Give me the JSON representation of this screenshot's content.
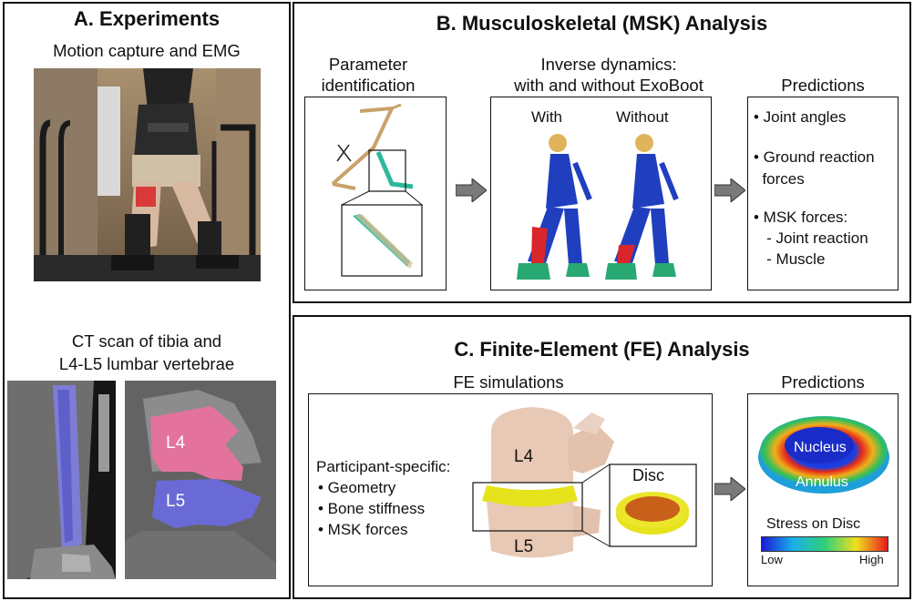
{
  "panel_a": {
    "title": "A. Experiments",
    "subtitle": "Motion capture and EMG",
    "ct_title_line1": "CT scan of tibia and",
    "ct_title_line2": "L4-L5 lumbar vertebrae",
    "vertebra_labels": [
      "L4",
      "L5"
    ]
  },
  "panel_b": {
    "title": "B. Musculoskeletal (MSK) Analysis",
    "param_title_line1": "Parameter",
    "param_title_line2": "identification",
    "inverse_title_line1": "Inverse dynamics:",
    "inverse_title_line2": "with and without ExoBoot",
    "with_label": "With",
    "without_label": "Without",
    "predictions_title": "Predictions",
    "predictions": [
      "• Joint angles",
      "• Ground reaction",
      "  forces",
      "• MSK forces:",
      "   - Joint reaction",
      "   - Muscle"
    ]
  },
  "panel_c": {
    "title": "C. Finite-Element (FE) Analysis",
    "fe_title": "FE simulations",
    "participant_title": "Participant-specific:",
    "participant_items": [
      "• Geometry",
      "• Bone stiffness",
      "• MSK forces"
    ],
    "vertebra_labels": [
      "L4",
      "L5"
    ],
    "disc_label": "Disc",
    "predictions_title": "Predictions",
    "nucleus_label": "Nucleus",
    "annulus_label": "Annulus",
    "stress_title": "Stress on Disc",
    "scale_low": "Low",
    "scale_high": "High"
  },
  "colors": {
    "border": "#111111",
    "arrow": "#7a7a7a",
    "disc_yellow": "#e6e31c",
    "disc_core": "#c8601a",
    "bone": "#e8c9b5"
  }
}
